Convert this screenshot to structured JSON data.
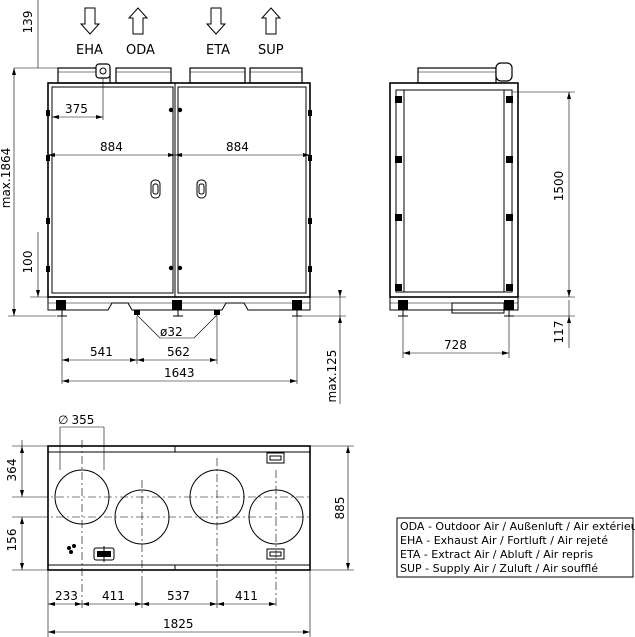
{
  "arrows": {
    "eha": "EHA",
    "oda": "ODA",
    "eta": "ETA",
    "sup": "SUP"
  },
  "front_view": {
    "dim_top": "139",
    "dim_max_height": "max.1864",
    "dim_375": "375",
    "dim_884_left": "884",
    "dim_884_right": "884",
    "dim_100": "100",
    "dim_diameter": "ø32",
    "dim_541": "541",
    "dim_562": "562",
    "dim_1643": "1643",
    "dim_max_125": "max.125"
  },
  "side_view": {
    "dim_1500": "1500",
    "dim_117": "117",
    "dim_728": "728"
  },
  "top_view": {
    "dim_355": "355",
    "dim_364": "364",
    "dim_156": "156",
    "dim_885": "885",
    "dim_233": "233",
    "dim_411_a": "411",
    "dim_537": "537",
    "dim_411_b": "411",
    "dim_1825": "1825"
  },
  "legend": [
    "ODA - Outdoor Air / Außenluft / Air extérieur",
    "EHA - Exhaust Air / Fortluft / Air rejeté",
    "ETA - Extract Air / Abluft / Air repris",
    "SUP - Supply Air / Zuluft / Air soufflé"
  ]
}
